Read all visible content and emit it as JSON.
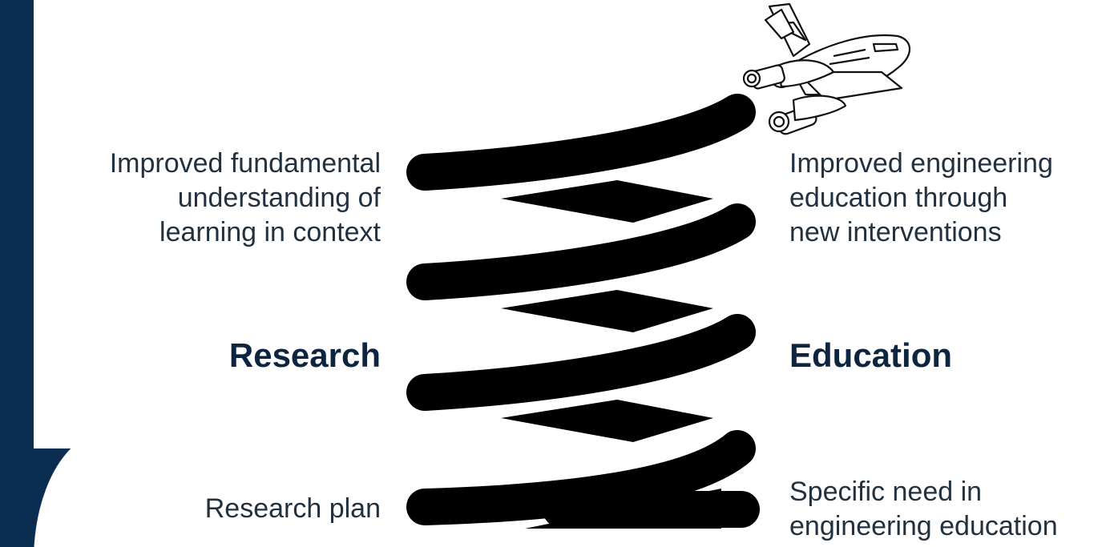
{
  "left": {
    "outcome": "Improved fundamental\nunderstanding of\nlearning in context",
    "heading": "Research",
    "start": "Research plan"
  },
  "right": {
    "outcome": "Improved engineering\neducation through\nnew interventions",
    "heading": "Education",
    "start": "Specific need in\nengineering education"
  },
  "colors": {
    "band": "#0b2d52",
    "spring": "#000000",
    "text": "#22313f",
    "heading": "#0e2540"
  },
  "icons": {
    "rocket": "space-shuttle-icon"
  }
}
